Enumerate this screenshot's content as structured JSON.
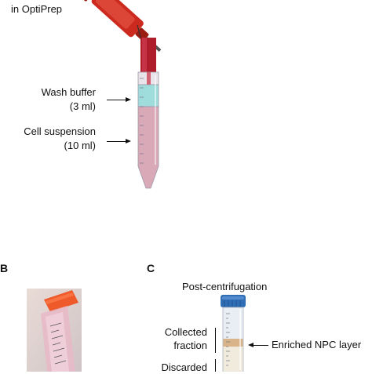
{
  "panel_a": {
    "syringe_label_top": "in OptiPrep",
    "wash_buffer_label": "Wash buffer",
    "wash_buffer_volume": "(3 ml)",
    "cell_suspension_label": "Cell suspension",
    "cell_suspension_volume": "(10 ml)"
  },
  "panel_b": {
    "letter": "B"
  },
  "panel_c": {
    "letter": "C",
    "title": "Post-centrifugation",
    "collected_line1": "Collected",
    "collected_line2": "fraction",
    "discarded_label": "Discarded",
    "enriched_label": "Enriched NPC layer"
  },
  "colors": {
    "syringe_red": "#cc2a1e",
    "blood_red": "#b01d2a",
    "wash_buffer_cyan": "#9fdcdc",
    "cell_suspension_mauve": "#d9a9b8",
    "cap_blue": "#2f6db4",
    "cap_orange": "#ee5a2a",
    "npc_layer": "#d9b48a"
  }
}
